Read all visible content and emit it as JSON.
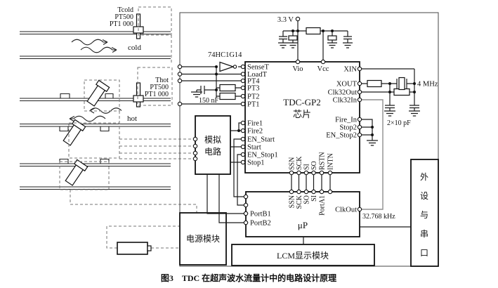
{
  "figure": {
    "caption": "图3　TDC 在超声波水流量计中的电路设计原理"
  },
  "colors": {
    "line": "#1a1a1a",
    "gray_wire": "#8f8f8f",
    "dashed": "#767676"
  },
  "pipes": {
    "cold_label": "cold",
    "hot_label": "hot",
    "tcold": {
      "line1": "Tcold",
      "line2": "PT500",
      "line3": "PT1 000"
    },
    "thot": {
      "line1": "Thot",
      "line2": "PT500",
      "line3": "PT1 000"
    }
  },
  "power": {
    "supply": "3.3 V"
  },
  "inverter": {
    "label": "74HC1G14"
  },
  "cap150": {
    "label": "150 nF"
  },
  "crystal": {
    "freq": "4 MHz",
    "load_caps": "2×10 pF"
  },
  "clock": {
    "freq": "32.768 kHz"
  },
  "tdc": {
    "name": "TDC-GP2",
    "subtitle": "芯片",
    "left_pins": [
      "SenseT",
      "LoadT",
      "PT4",
      "PT3",
      "PT2",
      "PT1",
      "Fire1",
      "Fire2",
      "EN_Start",
      "Start",
      "EN_Stop1",
      "Stop1"
    ],
    "top_pins": [
      "Vio",
      "Vcc"
    ],
    "right_pins": [
      "XIN",
      "XOUT",
      "Clk32Out",
      "Clk32In",
      "Fire_In",
      "Stop2",
      "EN_Stop2"
    ],
    "bottom_pins": [
      "SSN",
      "SCK",
      "SI",
      "SO",
      "RSTN",
      "INTN"
    ]
  },
  "mcu": {
    "name": "μP",
    "top_pins": [
      "SSN",
      "SCK",
      "SO",
      "SI",
      "PortA1"
    ],
    "left_pins": [
      "PortB1",
      "PortB2"
    ],
    "right_pin": "ClkOut"
  },
  "blocks": {
    "analog_line1": "模拟",
    "analog_line2": "电路",
    "power_module": "电源模块",
    "lcm": "LCM显示模块",
    "peripheral_chars": [
      "外",
      "设",
      "与",
      "串",
      "口"
    ]
  }
}
